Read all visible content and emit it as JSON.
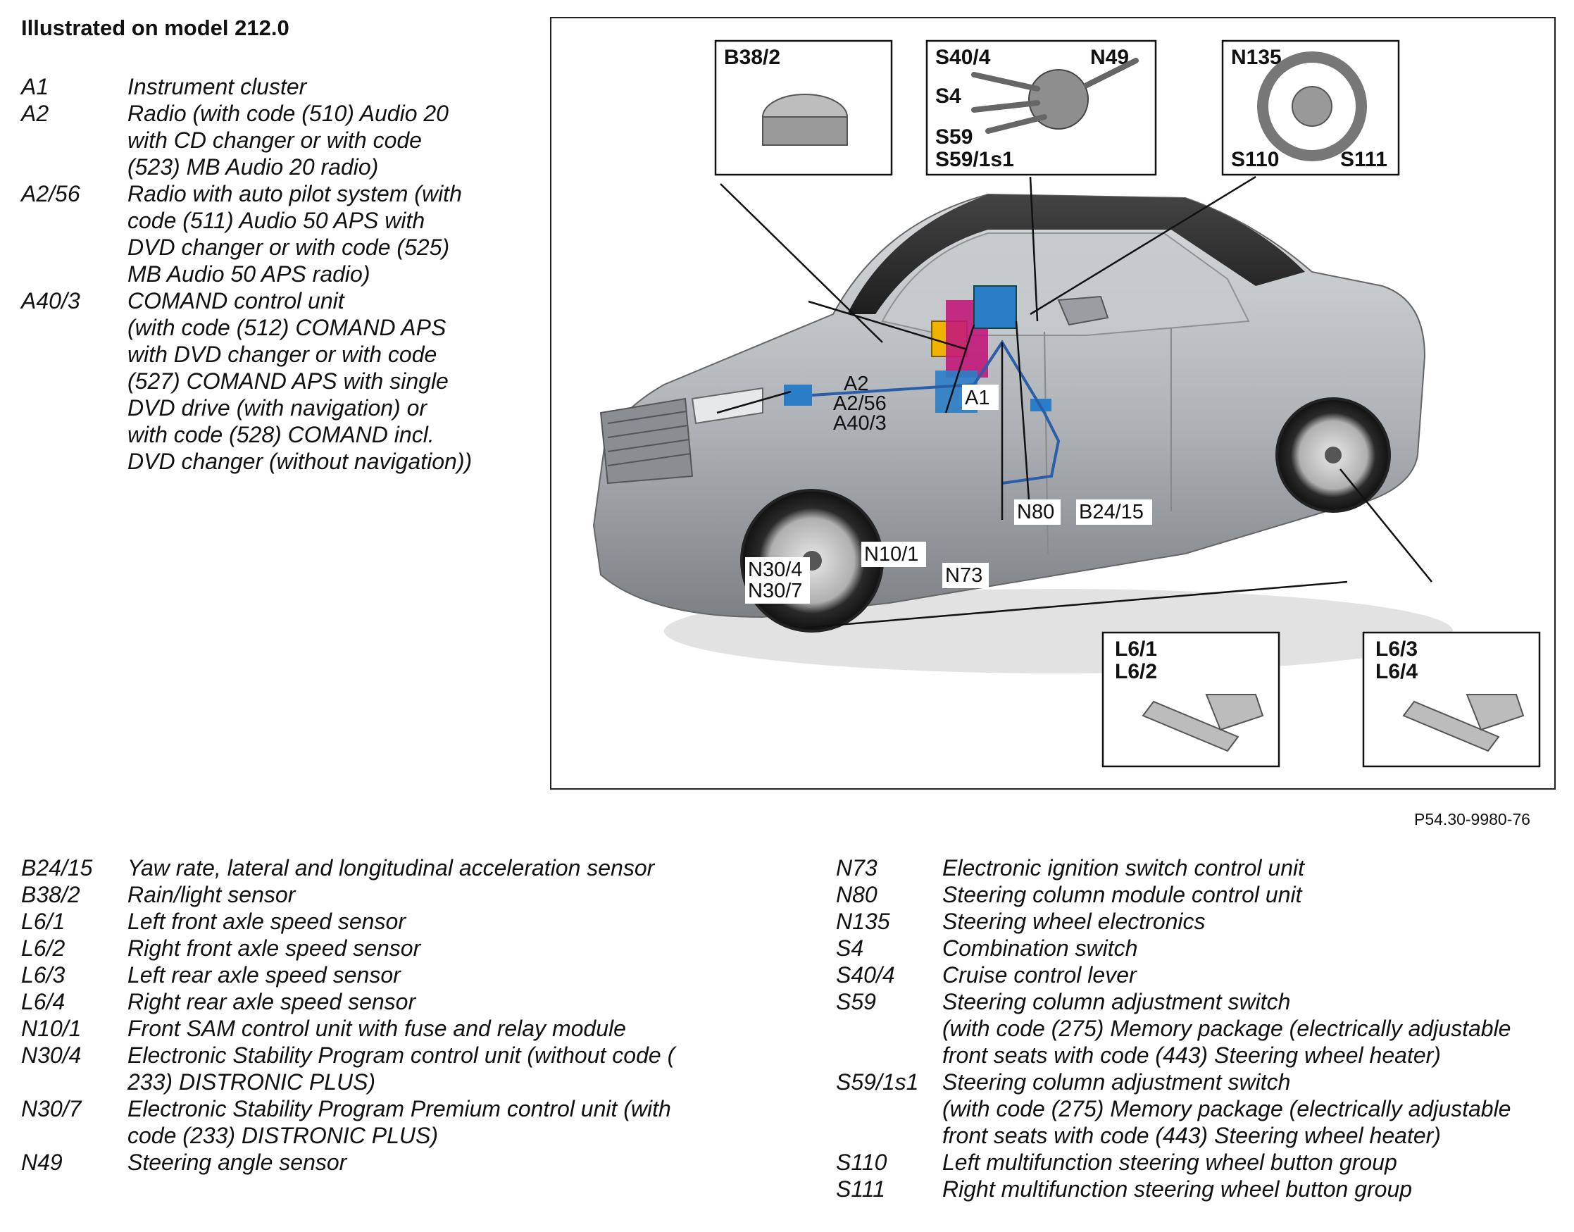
{
  "title": "Illustrated on model 212.0",
  "figure_ref": "P54.30-9980-76",
  "legend_top": [
    {
      "code": "A1",
      "desc": "Instrument cluster"
    },
    {
      "code": "A2",
      "desc": "Radio (with code (510) Audio 20\nwith CD changer or with code\n(523) MB Audio 20 radio)"
    },
    {
      "code": "A2/56",
      "desc": "Radio with auto pilot system (with\ncode (511) Audio 50 APS with\nDVD changer or with code (525)\nMB Audio 50 APS radio)"
    },
    {
      "code": "A40/3",
      "desc": "COMAND control unit\n(with code (512) COMAND APS\nwith DVD changer or with code\n(527) COMAND APS with single\nDVD drive (with navigation) or\nwith code (528) COMAND incl.\nDVD changer (without navigation))"
    }
  ],
  "legend_bottom_left": [
    {
      "code": "B24/15",
      "desc": "Yaw rate, lateral and longitudinal acceleration sensor"
    },
    {
      "code": "B38/2",
      "desc": "Rain/light sensor"
    },
    {
      "code": "L6/1",
      "desc": "Left front axle speed sensor"
    },
    {
      "code": "L6/2",
      "desc": "Right front axle speed sensor"
    },
    {
      "code": "L6/3",
      "desc": "Left rear axle speed sensor"
    },
    {
      "code": "L6/4",
      "desc": "Right rear axle speed sensor"
    },
    {
      "code": "N10/1",
      "desc": "Front SAM control unit with fuse and relay module"
    },
    {
      "code": "N30/4",
      "desc": "Electronic Stability Program control unit (without code (\n233) DISTRONIC PLUS)"
    },
    {
      "code": "N30/7",
      "desc": "Electronic Stability Program Premium control unit (with\ncode (233) DISTRONIC PLUS)"
    },
    {
      "code": "N49",
      "desc": "Steering angle sensor"
    }
  ],
  "legend_bottom_right": [
    {
      "code": "N73",
      "desc": "Electronic ignition switch control unit"
    },
    {
      "code": "N80",
      "desc": "Steering column module control unit"
    },
    {
      "code": "N135",
      "desc": "Steering wheel electronics"
    },
    {
      "code": "S4",
      "desc": "Combination switch"
    },
    {
      "code": "S40/4",
      "desc": "Cruise control lever"
    },
    {
      "code": "S59",
      "desc": "Steering column adjustment switch\n(with code (275) Memory package (electrically adjustable\nfront seats with code (443) Steering wheel heater)"
    },
    {
      "code": "S59/1s1",
      "desc": "Steering column adjustment switch\n(with code (275) Memory package (electrically adjustable\nfront seats with code (443) Steering wheel heater)"
    },
    {
      "code": "S110",
      "desc": "Left multifunction steering wheel button group"
    },
    {
      "code": "S111",
      "desc": "Right multifunction steering wheel button group"
    }
  ],
  "figure": {
    "box_b38": "B38/2",
    "box_s40": {
      "s40_4": "S40/4",
      "n49": "N49",
      "s4": "S4",
      "s59": "S59",
      "s59_1s1": "S59/1s1"
    },
    "box_n135": {
      "n135": "N135",
      "s110": "S110",
      "s111": "S111"
    },
    "box_l61": {
      "l6_1": "L6/1",
      "l6_2": "L6/2"
    },
    "box_l63": {
      "l6_3": "L6/3",
      "l6_4": "L6/4"
    },
    "car_labels": {
      "a2": "A2",
      "a2_56": "A2/56",
      "a40_3": "A40/3",
      "a1": "A1",
      "n80": "N80",
      "b24_15": "B24/15",
      "n10_1": "N10/1",
      "n73": "N73",
      "n30_4": "N30/4",
      "n30_7": "N30/7"
    }
  }
}
